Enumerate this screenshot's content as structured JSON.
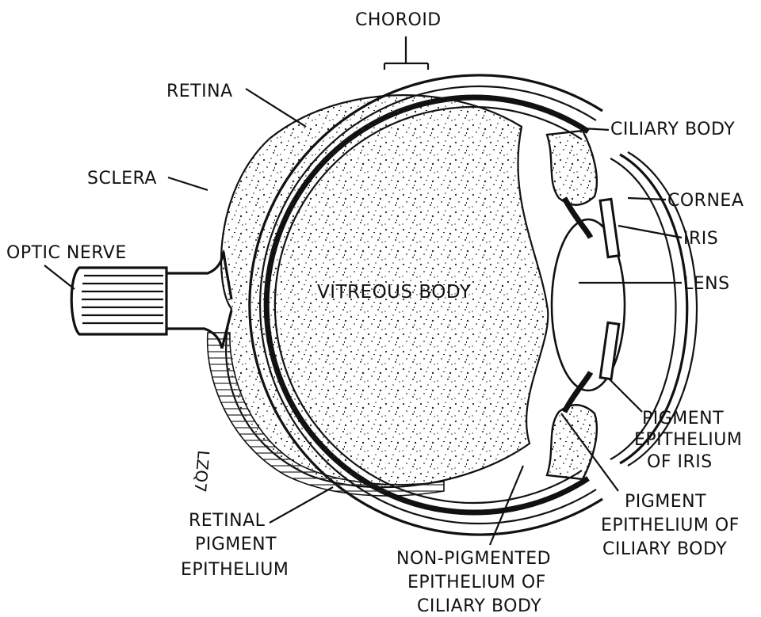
{
  "labels": {
    "choroid": "CHOROID",
    "retina": "RETINA",
    "sclera": "SCLERA",
    "optic_nerve": "OPTIC NERVE",
    "vitreous_body": "VITREOUS BODY",
    "ciliary_body": "CILIARY BODY",
    "cornea": "CORNEA",
    "iris": "IRIS",
    "lens": "LENS",
    "pigment_epithelium_iris": [
      "PIGMENT",
      "EPITHELIUM",
      "OF IRIS"
    ],
    "pigment_epithelium_ciliary": [
      "PIGMENT",
      "EPITHELIUM OF",
      "CILIARY BODY"
    ],
    "retinal_pigment_epithelium": [
      "RETINAL",
      "PIGMENT",
      "EPITHELIUM"
    ],
    "non_pigmented_epithelium": [
      "NON-PIGMENTED",
      "EPITHELIUM OF",
      "CILIARY BODY"
    ]
  },
  "signature": "LZQ7"
}
